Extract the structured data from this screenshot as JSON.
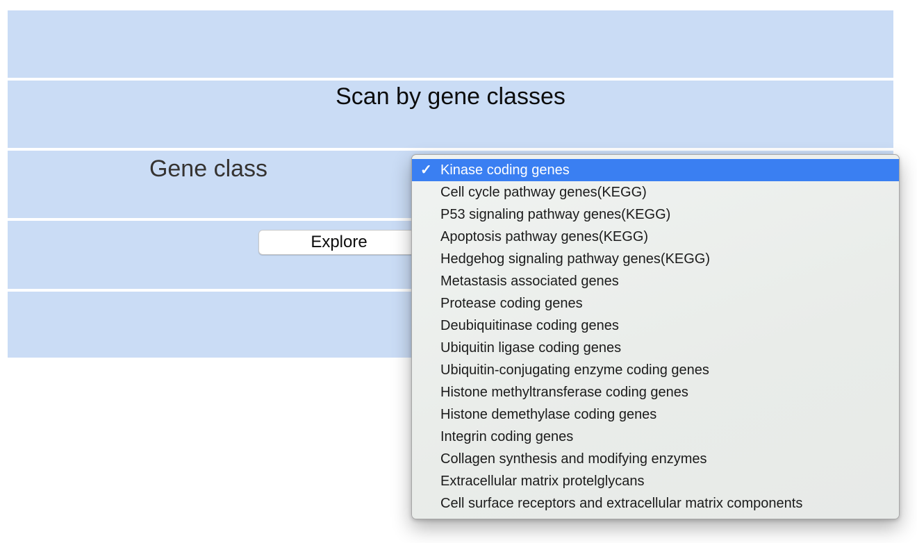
{
  "table": {
    "title": "Scan by gene classes",
    "gene_class_label": "Gene class",
    "explore_button_label": "Explore"
  },
  "dropdown": {
    "selected_index": 0,
    "selected_value": "Kinase coding genes",
    "checkmark_glyph": "✓",
    "items": [
      "Kinase coding genes",
      "Cell cycle pathway genes(KEGG)",
      "P53 signaling pathway genes(KEGG)",
      "Apoptosis pathway genes(KEGG)",
      "Hedgehog signaling pathway genes(KEGG)",
      "Metastasis associated genes",
      "Protease coding genes",
      "Deubiquitinase coding genes",
      "Ubiquitin ligase coding genes",
      "Ubiquitin-conjugating enzyme coding genes",
      "Histone methyltransferase coding genes",
      "Histone demethylase coding genes",
      "Integrin coding genes",
      "Collagen synthesis and modifying enzymes",
      "Extracellular matrix protelglycans",
      "Cell surface receptors and extracellular matrix components"
    ]
  },
  "colors": {
    "panel_blue": "#cadcf5",
    "selection_blue": "#3a7ff2",
    "dropdown_background": "#ebeeec",
    "selected_text": "#ffffff",
    "item_text": "#1b1b1b"
  }
}
